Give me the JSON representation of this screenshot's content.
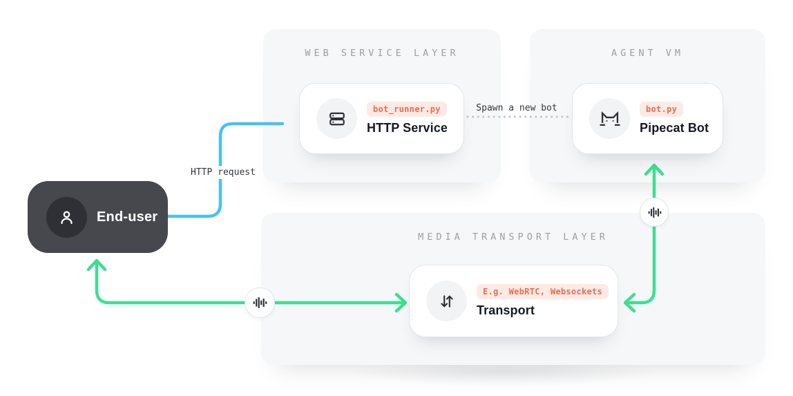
{
  "panels": {
    "web_service": {
      "title": "WEB SERVICE LAYER"
    },
    "agent_vm": {
      "title": "AGENT VM"
    },
    "media_transport": {
      "title": "MEDIA TRANSPORT LAYER"
    }
  },
  "nodes": {
    "http_service": {
      "badge": "bot_runner.py",
      "title": "HTTP Service",
      "icon": "server-icon"
    },
    "pipecat_bot": {
      "badge": "bot.py",
      "title": "Pipecat Bot",
      "icon": "pipecat-cat-icon"
    },
    "transport": {
      "badge": "E.g. WebRTC, Websockets",
      "title": "Transport",
      "icon": "transport-up-down-arrows-icon"
    },
    "end_user": {
      "label": "End-user",
      "icon": "person-icon"
    }
  },
  "connections": {
    "http_request": {
      "label": "HTTP request",
      "from": "End-user",
      "to": "HTTP Service",
      "style": "solid"
    },
    "spawn_bot": {
      "label": "Spawn a new bot",
      "from": "HTTP Service",
      "to": "Pipecat Bot",
      "style": "dotted"
    },
    "audio_end_user_transport": {
      "label": "",
      "from": "End-user",
      "to": "Transport",
      "style": "bidirectional",
      "icon": "waveform-icon"
    },
    "audio_bot_transport": {
      "label": "",
      "from": "Pipecat Bot",
      "to": "Transport",
      "style": "bidirectional",
      "icon": "waveform-icon"
    }
  },
  "colors": {
    "green": "#3ddf90",
    "blue": "#47c1f6",
    "badge_text": "#ed6a4f",
    "badge_bg": "#fcebe4",
    "panel_bg": "#f6f7f8",
    "dark_node": "#46484e",
    "dotted_line": "#c2c5c9",
    "icon_ink": "#2d3138"
  }
}
